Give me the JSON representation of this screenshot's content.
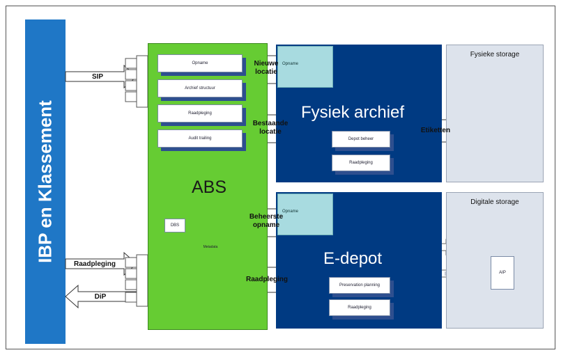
{
  "sidebar": {
    "title": "IBP en Klassement"
  },
  "left_arrows": {
    "sip": "SIP",
    "raadpleging": "Raadpleging",
    "dip": "DiP"
  },
  "abs": {
    "title": "ABS",
    "processes": [
      "Opname",
      "Archief structuur",
      "Raadpleging",
      "Audit trailing"
    ],
    "db_small_label": "DBS",
    "db_label": "Metadata"
  },
  "fysiek": {
    "title": "Fysiek archief",
    "teal_label": "Opname",
    "boxes": [
      "Depot beheer",
      "Raadpleging"
    ],
    "arrow_in": "Nieuwe locatie",
    "arrow_out": "Bestaande locatie",
    "storage_title": "Fysieke storage",
    "storage_arrow": "Etiketten"
  },
  "edepot": {
    "title": "E-depot",
    "teal_label": "Opname",
    "boxes": [
      "Preservation planning",
      "Raadpleging"
    ],
    "arrow_in": "Beheerste opname",
    "arrow_out": "Raadpleging",
    "storage_title": "Digitale storage",
    "aip_label": "AIP"
  }
}
